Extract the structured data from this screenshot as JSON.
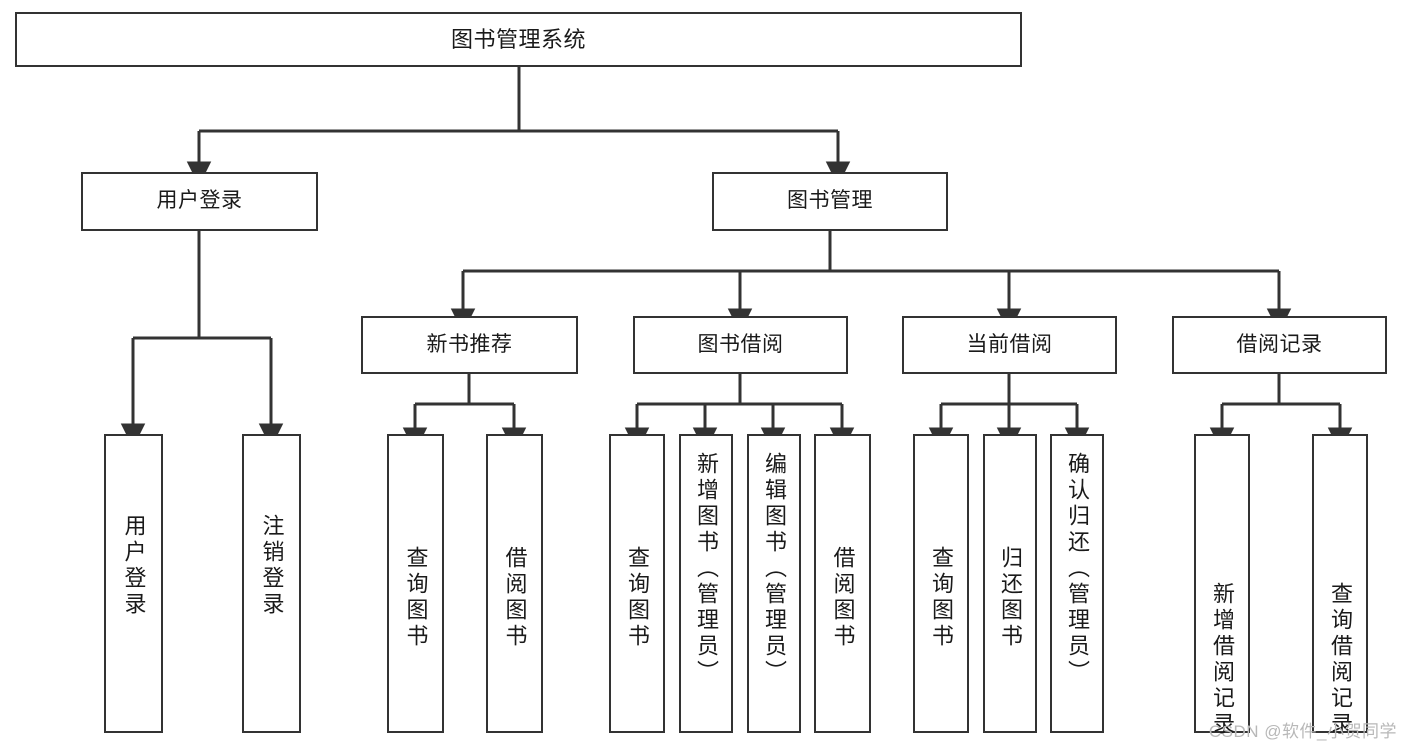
{
  "diagram": {
    "type": "tree",
    "title": "图书管理系统",
    "watermark": "CSDN @软件_小贺同学",
    "colors": {
      "box_border": "#333333",
      "box_fill": "#ffffff",
      "edge": "#333333",
      "text": "#1a1a1a",
      "watermark": "#b8b8b8"
    },
    "nodes": {
      "root": {
        "label": "图书管理系统"
      },
      "level2": [
        {
          "label": "用户登录"
        },
        {
          "label": "图书管理"
        }
      ],
      "level3": [
        {
          "label": "新书推荐"
        },
        {
          "label": "图书借阅"
        },
        {
          "label": "当前借阅"
        },
        {
          "label": "借阅记录"
        }
      ],
      "leaves": {
        "user_login": [
          {
            "label": "用户登录"
          },
          {
            "label": "注销登录"
          }
        ],
        "new_book": [
          {
            "label": "查询图书"
          },
          {
            "label": "借阅图书"
          }
        ],
        "book_borrow": [
          {
            "label": "查询图书"
          },
          {
            "label": "新增图书（管理员）"
          },
          {
            "label": "编辑图书（管理员）"
          },
          {
            "label": "借阅图书"
          }
        ],
        "current_borrow": [
          {
            "label": "查询图书"
          },
          {
            "label": "归还图书"
          },
          {
            "label": "确认归还（管理员）"
          }
        ],
        "borrow_record": [
          {
            "label": "新增借阅记录"
          },
          {
            "label": "查询借阅记录"
          }
        ]
      }
    },
    "edges": [
      {
        "from": "图书管理系统",
        "to": "用户登录"
      },
      {
        "from": "图书管理系统",
        "to": "图书管理"
      },
      {
        "from": "用户登录",
        "to": "用户登录"
      },
      {
        "from": "用户登录",
        "to": "注销登录"
      },
      {
        "from": "图书管理",
        "to": "新书推荐"
      },
      {
        "from": "图书管理",
        "to": "图书借阅"
      },
      {
        "from": "图书管理",
        "to": "当前借阅"
      },
      {
        "from": "图书管理",
        "to": "借阅记录"
      },
      {
        "from": "新书推荐",
        "to": "查询图书"
      },
      {
        "from": "新书推荐",
        "to": "借阅图书"
      },
      {
        "from": "图书借阅",
        "to": "查询图书"
      },
      {
        "from": "图书借阅",
        "to": "新增图书（管理员）"
      },
      {
        "from": "图书借阅",
        "to": "编辑图书（管理员）"
      },
      {
        "from": "图书借阅",
        "to": "借阅图书"
      },
      {
        "from": "当前借阅",
        "to": "查询图书"
      },
      {
        "from": "当前借阅",
        "to": "归还图书"
      },
      {
        "from": "当前借阅",
        "to": "确认归还（管理员）"
      },
      {
        "from": "借阅记录",
        "to": "新增借阅记录"
      },
      {
        "from": "借阅记录",
        "to": "查询借阅记录"
      }
    ]
  }
}
